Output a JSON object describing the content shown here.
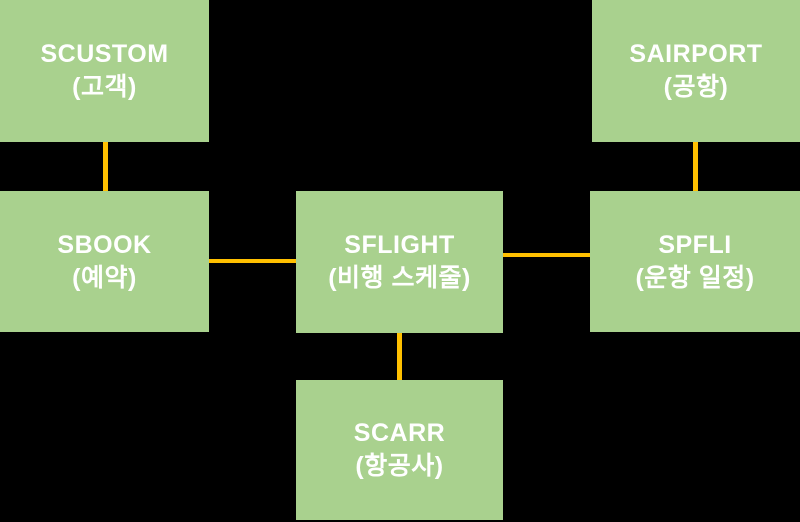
{
  "diagram": {
    "title": "SAP flight data model table relationship diagram",
    "colors": {
      "background": "#000000",
      "box_fill": "#A9D18E",
      "line": "#FFC000",
      "text": "#FFFFFF"
    },
    "nodes": [
      {
        "id": "scustom",
        "name": "SCUSTOM",
        "label_kr": "(고객)"
      },
      {
        "id": "sairport",
        "name": "SAIRPORT",
        "label_kr": "(공항)"
      },
      {
        "id": "sbook",
        "name": "SBOOK",
        "label_kr": "(예약)"
      },
      {
        "id": "sflight",
        "name": "SFLIGHT",
        "label_kr": "(비행 스케줄)"
      },
      {
        "id": "spfli",
        "name": "SPFLI",
        "label_kr": "(운항 일정)"
      },
      {
        "id": "scarr",
        "name": "SCARR",
        "label_kr": "(항공사)"
      }
    ],
    "edges": [
      {
        "from": "SCUSTOM",
        "to": "SBOOK"
      },
      {
        "from": "SAIRPORT",
        "to": "SPFLI"
      },
      {
        "from": "SBOOK",
        "to": "SFLIGHT"
      },
      {
        "from": "SFLIGHT",
        "to": "SPFLI"
      },
      {
        "from": "SFLIGHT",
        "to": "SCARR"
      }
    ]
  }
}
